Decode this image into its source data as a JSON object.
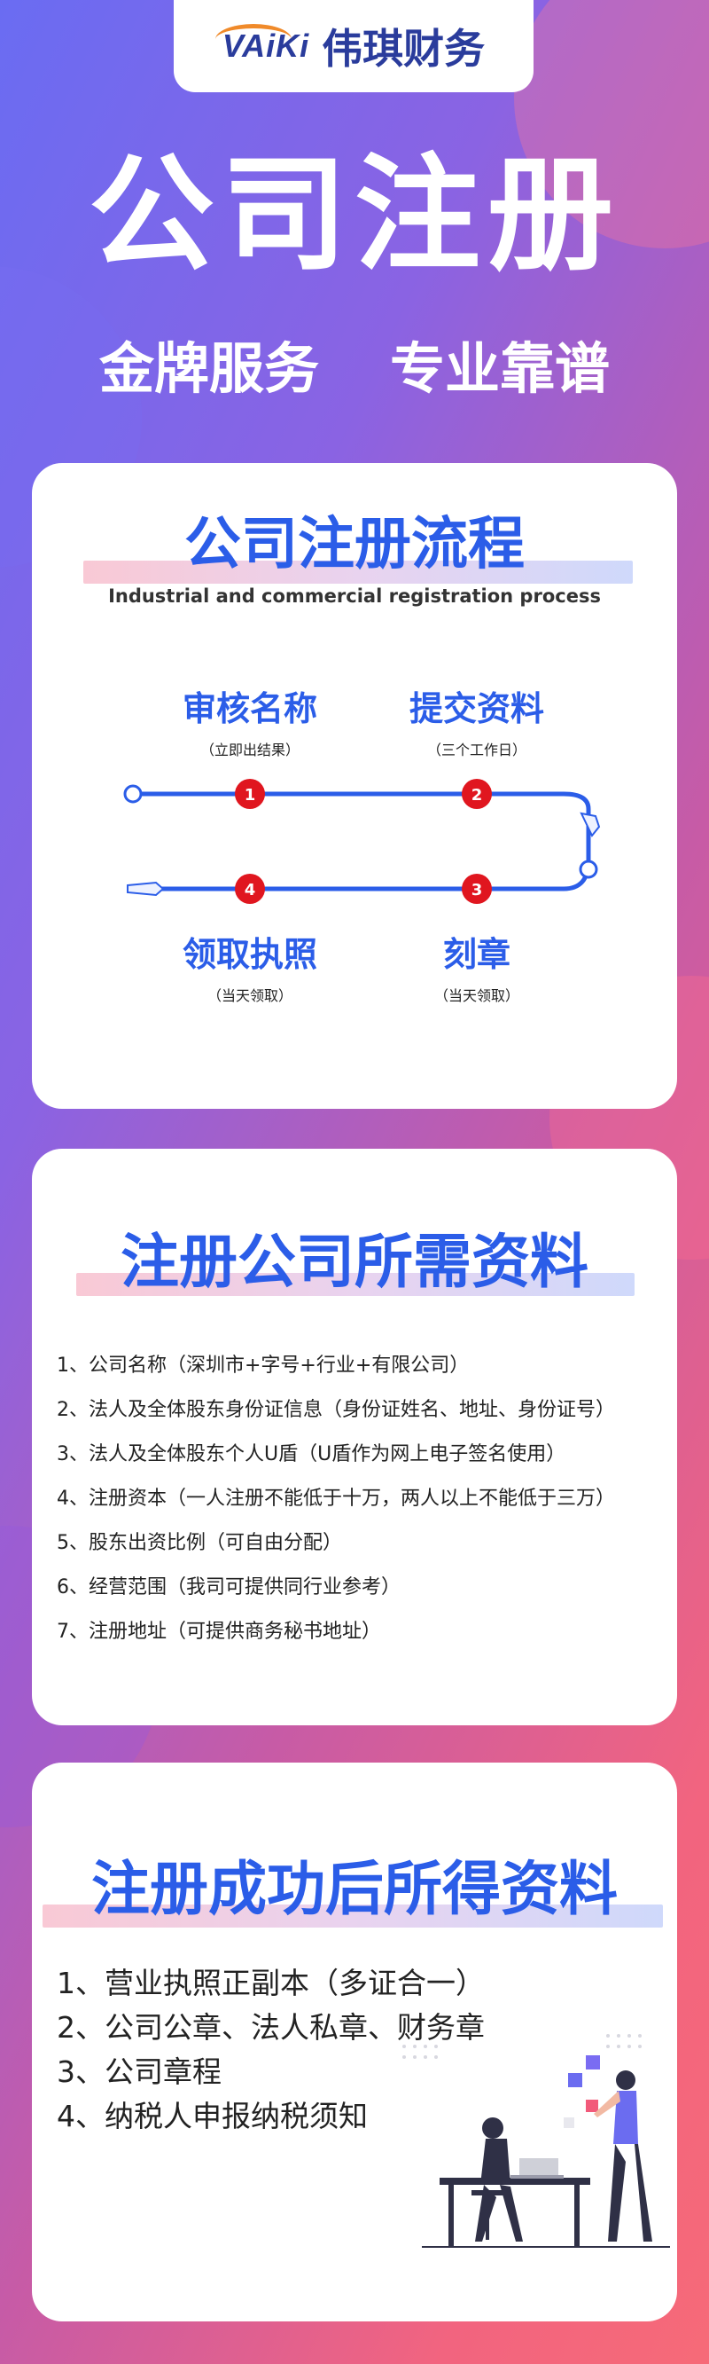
{
  "logo": {
    "mark": "VAiKi",
    "name": "伟琪财务"
  },
  "hero": {
    "title": "公司注册",
    "subtitle_left": "金牌服务",
    "subtitle_right": "专业靠谱"
  },
  "process": {
    "title": "公司注册流程",
    "subtitle_en": "Industrial and commercial registration process",
    "steps": [
      {
        "num": "1",
        "name": "审核名称",
        "note": "（立即出结果）"
      },
      {
        "num": "2",
        "name": "提交资料",
        "note": "（三个工作日）"
      },
      {
        "num": "3",
        "name": "刻章",
        "note": "（当天领取）"
      },
      {
        "num": "4",
        "name": "领取执照",
        "note": "（当天领取）"
      }
    ]
  },
  "required": {
    "title": "注册公司所需资料",
    "items": [
      "1、公司名称（深圳市+字号+行业+有限公司）",
      "2、法人及全体股东身份证信息（身份证姓名、地址、身份证号）",
      "3、法人及全体股东个人U盾（U盾作为网上电子签名使用）",
      "4、注册资本（一人注册不能低于十万，两人以上不能低于三万）",
      "5、股东出资比例（可自由分配）",
      "6、经营范围（我司可提供同行业参考）",
      "7、注册地址（可提供商务秘书地址）"
    ]
  },
  "obtained": {
    "title": "注册成功后所得资料",
    "items": [
      "1、营业执照正副本（多证合一）",
      "2、公司公章、法人私章、财务章",
      "3、公司章程",
      "4、纳税人申报纳税须知"
    ]
  },
  "colors": {
    "accent_blue": "#2b5de8",
    "step_red": "#e0161f",
    "logo_navy": "#2a3c9c",
    "logo_orange": "#f08a2a"
  }
}
